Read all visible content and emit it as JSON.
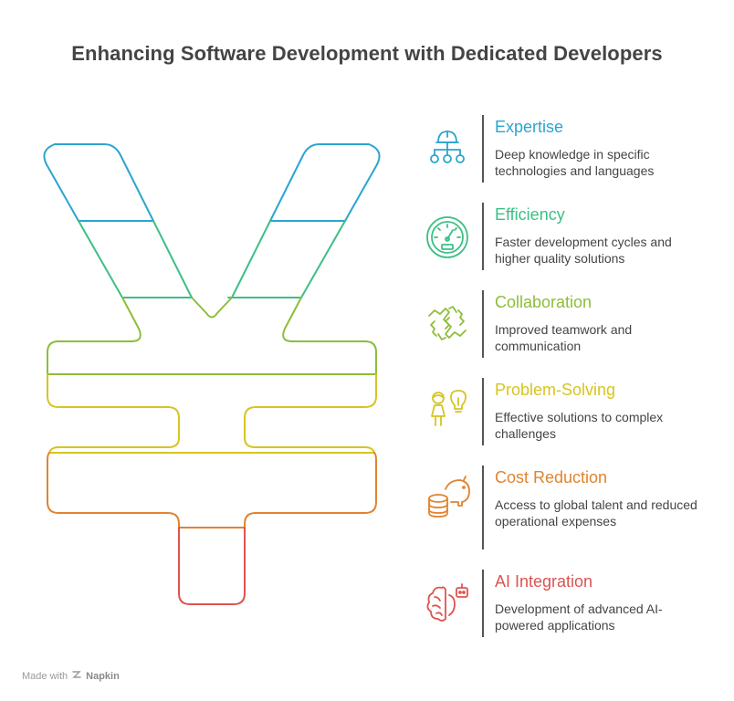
{
  "title": "Enhancing Software Development with Dedicated Developers",
  "colors": {
    "expertise": "#2ba5cf",
    "efficiency": "#3cbf85",
    "collaboration": "#8dbd3a",
    "problem_solving": "#d7c421",
    "cost_reduction": "#e0842f",
    "ai_integration": "#dc5450"
  },
  "items": [
    {
      "label": "Expertise",
      "desc": "Deep knowledge in specific technologies and languages",
      "icon": "org-chart-icon",
      "color": "#2ba5cf"
    },
    {
      "label": "Efficiency",
      "desc": "Faster development cycles and higher quality solutions",
      "icon": "speedometer-icon",
      "color": "#3cbf85"
    },
    {
      "label": "Collaboration",
      "desc": "Improved teamwork and communication",
      "icon": "handshake-icon",
      "color": "#8dbd3a"
    },
    {
      "label": "Problem-Solving",
      "desc": "Effective solutions to complex challenges",
      "icon": "person-lightbulb-icon",
      "color": "#d7c421"
    },
    {
      "label": "Cost Reduction",
      "desc": "Access to global talent and reduced operational expenses",
      "icon": "piggy-bank-coins-icon",
      "color": "#e0842f"
    },
    {
      "label": "AI Integration",
      "desc": "Development of advanced AI-powered applications",
      "icon": "brain-robot-icon",
      "color": "#dc5450"
    }
  ],
  "footer": {
    "made_with": "Made with",
    "brand": "Napkin"
  }
}
